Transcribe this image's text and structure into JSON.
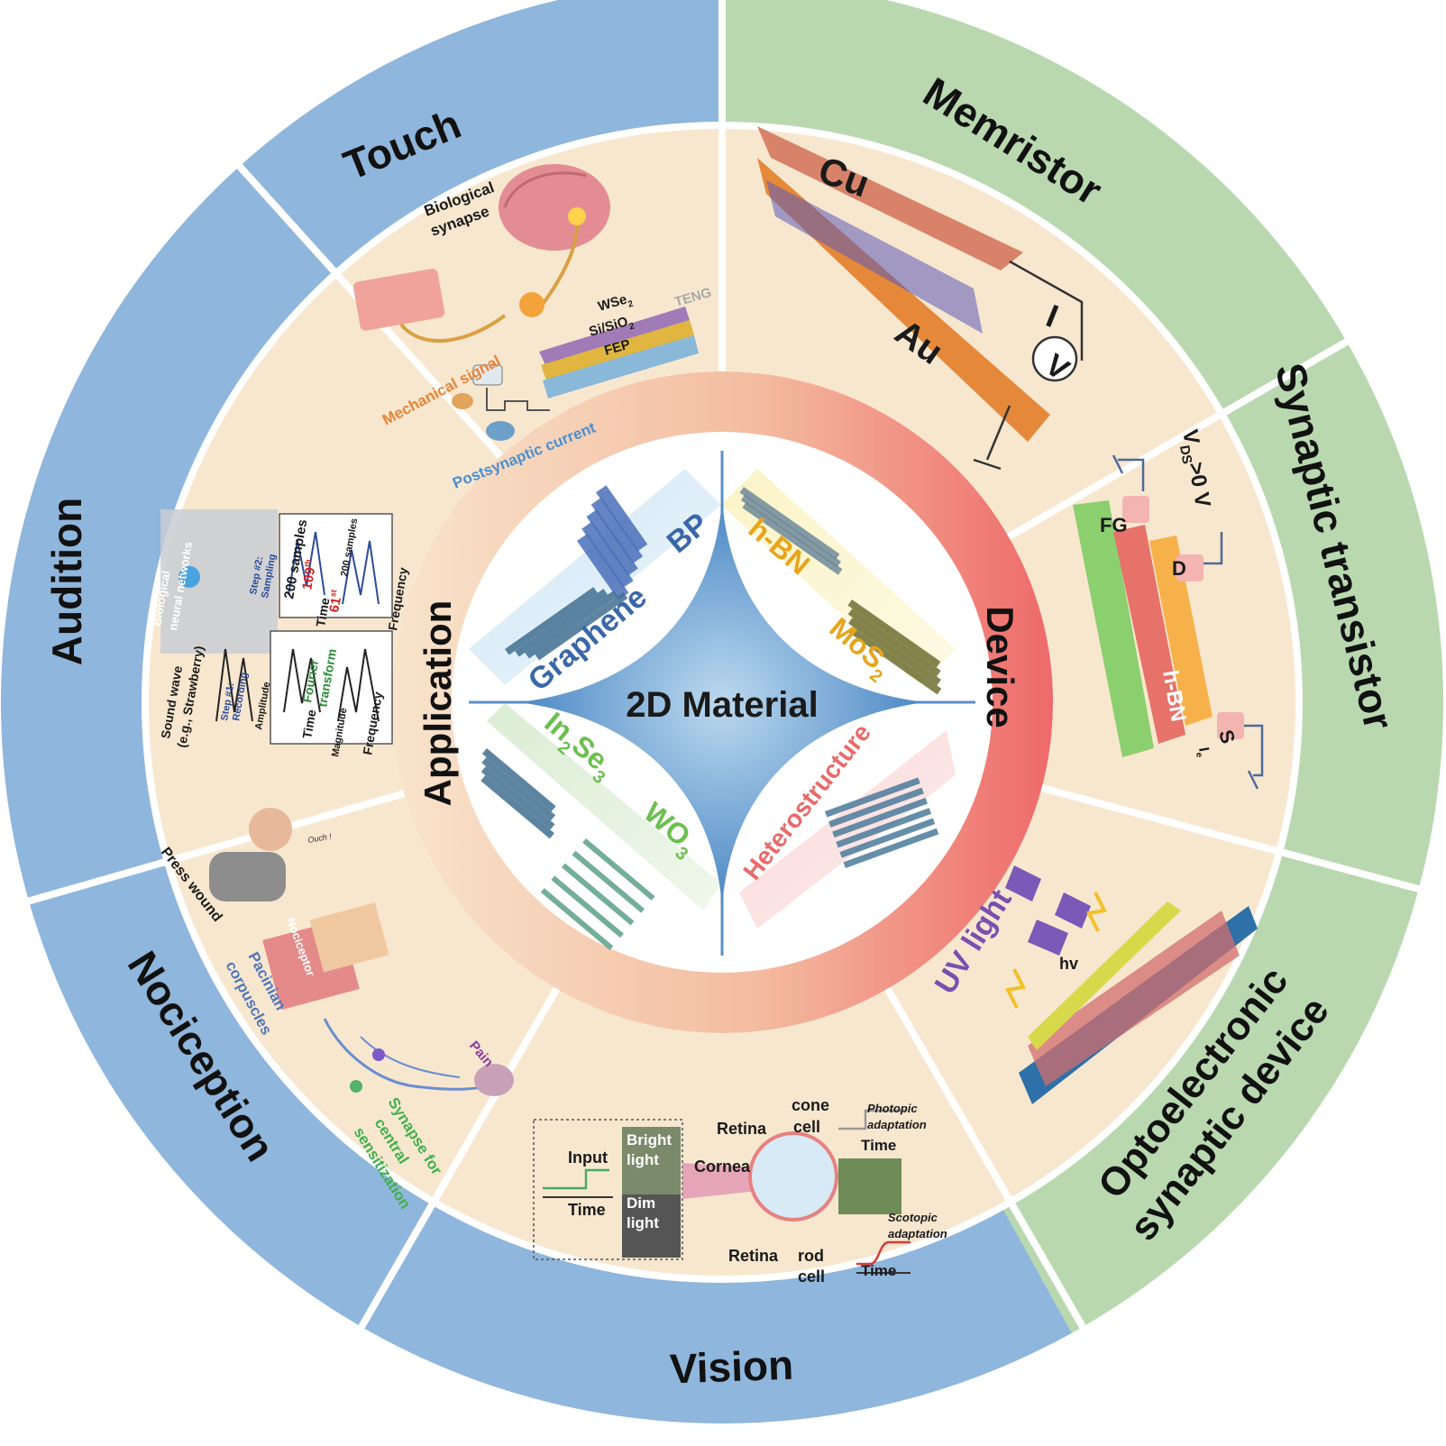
{
  "center": {
    "title": "2D Material",
    "materials": {
      "bp": "BP",
      "graphene": "Graphene",
      "hbn": "h-BN",
      "mos2": "MoS",
      "mos2_sub": "2",
      "in2se3_a": "In",
      "in2se3_b": "2",
      "in2se3_c": "Se",
      "in2se3_d": "3",
      "wo3": "WO",
      "wo3_sub": "3",
      "heterostructure": "Heterostructure"
    }
  },
  "inner_ring": {
    "application": "Application",
    "device": "Device"
  },
  "outer_ring": {
    "touch": "Touch",
    "audition": "Audition",
    "nociception": "Nociception",
    "vision": "Vision",
    "memristor": "Memristor",
    "synaptic_transistor": "Synaptic transistor",
    "optoelectronic_1": "Optoelectronic",
    "optoelectronic_2": "synaptic device"
  },
  "touch_panel": {
    "bio_1": "Biological",
    "bio_2": "synapse",
    "wse2": "WSe",
    "wse2_sub": "2",
    "sisio2": "Si/SiO",
    "sisio2_sub": "2",
    "fep": "FEP",
    "teng": "TENG",
    "mech": "Mechanical signal",
    "post": "Postsynaptic current"
  },
  "audition_panel": {
    "bnn_1": "Biological",
    "bnn_2": "neural networks",
    "sound_1": "Sound wave",
    "sound_2": "(e.g., Strawberry)",
    "step2_1": "Step #2:",
    "step2_2": "Sampling",
    "samples_200": "200 samples",
    "th109": "109",
    "th109_sup": "th",
    "st61": "61",
    "st61_sup": "st",
    "samples_200b": "200 samples",
    "time_a": "Time",
    "frequency_a": "Frequency",
    "step1_1": "Step #1:",
    "step1_2": "Recording",
    "amplitude": "Amplitude",
    "time_b": "Time",
    "fourier_1": "Fourier",
    "fourier_2": "transform",
    "magnitude": "Magnitude",
    "frequency_b": "Frequency"
  },
  "nociception_panel": {
    "press": "Press wound",
    "ouch": "Ouch !",
    "nociceptor": "Nociceptor",
    "pacinian_1": "Pacinian",
    "pacinian_2": "corpuscles",
    "pain": "Pain",
    "syn_1": "Synapse for",
    "syn_2": "central",
    "syn_3": "sensitization"
  },
  "vision_panel": {
    "input": "Input",
    "time_in": "Time",
    "bright_1": "Bright",
    "bright_2": "light",
    "dim_1": "Dim",
    "dim_2": "light",
    "cornea": "Cornea",
    "retina_top": "Retina",
    "cone_1": "cone",
    "cone_2": "cell",
    "photopic_1": "Photopic",
    "photopic_2": "adaptation",
    "time_top": "Time",
    "retina_bottom": "Retina",
    "rod_1": "rod",
    "rod_2": "cell",
    "scotopic_1": "Scotopic",
    "scotopic_2": "adaptation",
    "time_bottom": "Time"
  },
  "memristor_panel": {
    "cu": "Cu",
    "au": "Au",
    "i": "I",
    "v": "V"
  },
  "transistor_panel": {
    "vds_v": "V",
    "vds_sub": "DS",
    "vds_rest": ">0 V",
    "fg": "FG",
    "d": "D",
    "s": "S",
    "hbn": "h-BN",
    "ie": "I",
    "ie_sub": "e"
  },
  "opto_panel": {
    "uv": "UV light",
    "hv": "hv"
  },
  "colors": {
    "blue_ring": "#8fb6dc",
    "green_ring": "#b9d8b0",
    "panel": "#f8e7cf",
    "middle_ring_left": "#f6dcc0",
    "middle_ring_right": "#ee6c6c",
    "center_blue": "#4d86c4"
  }
}
